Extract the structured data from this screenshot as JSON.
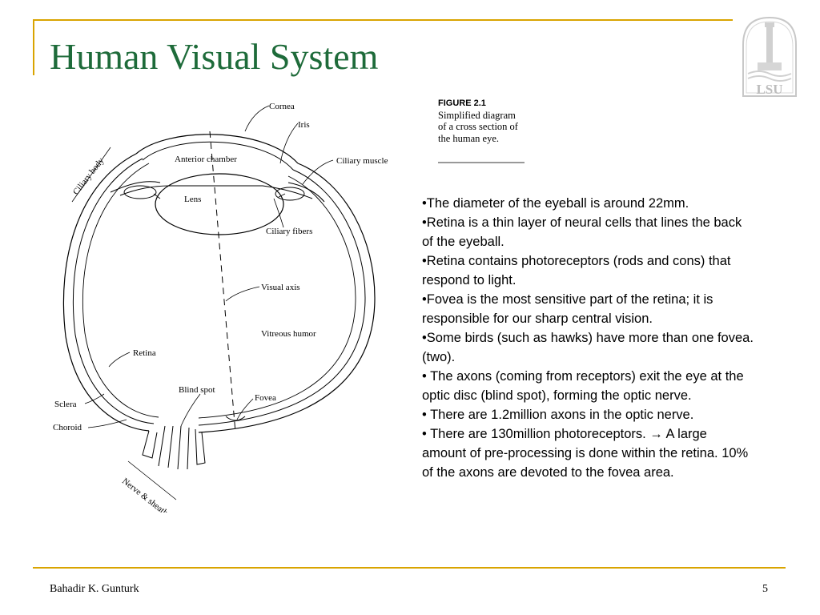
{
  "slide": {
    "title": "Human Visual System",
    "footer_author": "Bahadir K. Gunturk",
    "page_number": "5"
  },
  "logo": {
    "text": "LSU"
  },
  "figure": {
    "number": "FIGURE 2.1",
    "caption": "Simplified diagram of a cross section of the human eye.",
    "labels": {
      "cornea": "Cornea",
      "iris": "Iris",
      "ciliary_body": "Ciliary body",
      "ciliary_muscle": "Ciliary muscle",
      "anterior_chamber": "Anterior chamber",
      "lens": "Lens",
      "ciliary_fibers": "Ciliary fibers",
      "visual_axis": "Visual axis",
      "vitreous_humor": "Vitreous humor",
      "retina": "Retina",
      "blind_spot": "Blind spot",
      "sclera": "Sclera",
      "fovea": "Fovea",
      "choroid": "Choroid",
      "nerve_sheath": "Nerve & sheath"
    }
  },
  "bullets": [
    "•The diameter of the eyeball is around 22mm.",
    "•Retina is a thin layer of neural cells that lines the back of the eyeball.",
    "•Retina contains photoreceptors (rods and cons) that respond to light.",
    "•Fovea is the most sensitive part of the retina; it is responsible for our sharp central vision.",
    "•Some birds (such as hawks) have more than one fovea. (two).",
    "• The axons (coming from receptors) exit the eye at the optic disc (blind spot), forming the optic nerve.",
    "• There are 1.2million axons in the optic nerve.",
    "• There are 130million photoreceptors. → A large amount of pre-processing is done within the retina. 10% of the axons are devoted to the fovea area."
  ],
  "colors": {
    "accent_gold": "#d9a400",
    "title_green": "#1e6b3a",
    "logo_gray": "#c8c8c8"
  }
}
